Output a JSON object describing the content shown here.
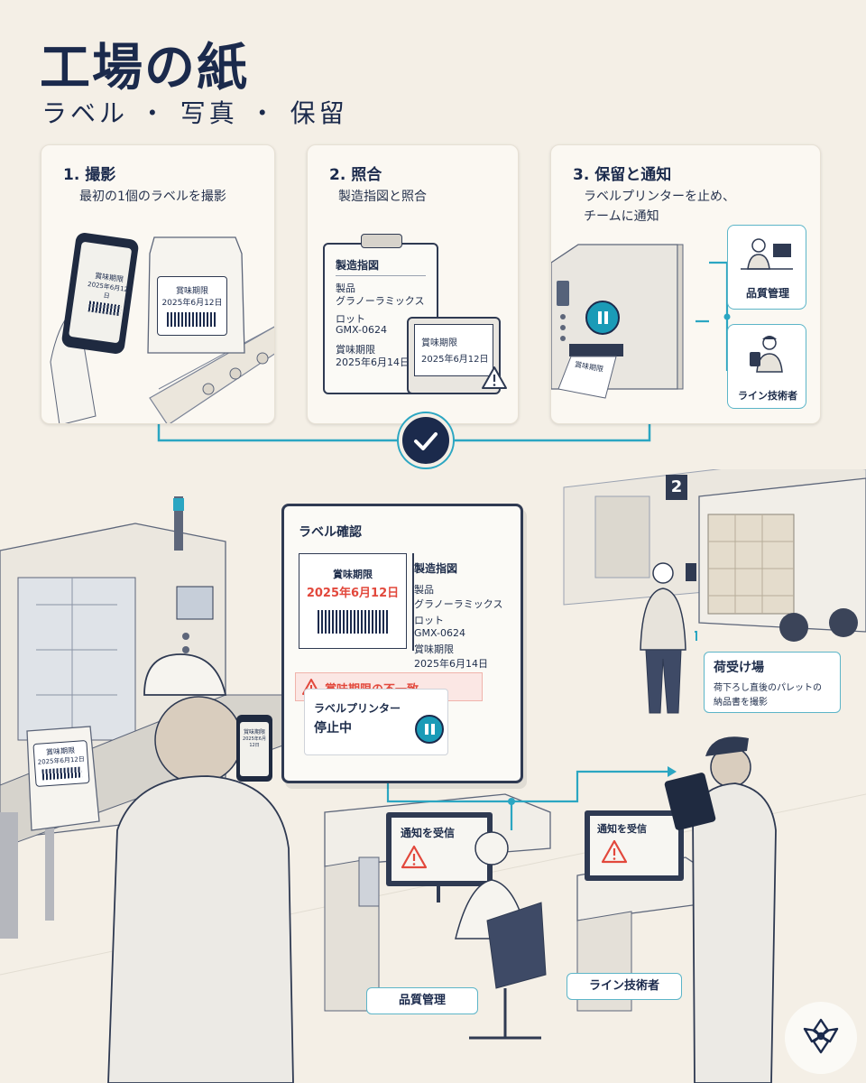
{
  "header": {
    "title": "工場の紙",
    "subtitle": "ラベル ・ 写真 ・ 保留"
  },
  "steps": [
    {
      "title": "1. 撮影",
      "desc": "最初の1個のラベルを撮影",
      "phone_label": {
        "line1": "賞味期限",
        "line2": "2025年6月12日"
      },
      "bag_label": {
        "line1": "賞味期限",
        "line2": "2025年6月12日"
      }
    },
    {
      "title": "2. 照合",
      "desc": "製造指図と照合",
      "clipboard": {
        "heading": "製造指図",
        "product_key": "製品",
        "product_val": "グラノーラミックス",
        "lot_key": "ロット",
        "lot_val": "GMX-0624",
        "best_key": "賞味期限",
        "best_val": "2025年6月14日"
      },
      "label": {
        "line1": "賞味期限",
        "line2": "2025年6月12日"
      }
    },
    {
      "title": "3. 保留と通知",
      "desc_line1": "ラベルプリンターを止め、",
      "desc_line2": "チームに通知",
      "printer_label": "賞味期限",
      "team": [
        {
          "label": "品質管理"
        },
        {
          "label": "ライン技術者"
        }
      ]
    }
  ],
  "popup": {
    "title": "ラベル確認",
    "label_line1": "賞味期限",
    "label_line2": "2025年6月12日",
    "order_heading": "製造指図",
    "product_key": "製品",
    "product_val": "グラノーラミックス",
    "lot_key": "ロット",
    "lot_val": "GMX-0624",
    "best_key": "賞味期限",
    "best_val": "2025年6月14日",
    "alert": "賞味期限の不一致",
    "printer_line1": "ラベルプリンター",
    "printer_line2": "停止中"
  },
  "receiving": {
    "dock_number": "2",
    "title": "荷受け場",
    "desc_line1": "荷下ろし直後のパレットの",
    "desc_line2": "納品書を撮影"
  },
  "scene": {
    "machine_bag_line1": "賞味期限",
    "machine_bag_line2": "2025年6月12日",
    "worker_phone_line1": "賞味期限",
    "worker_phone_line2": "2025年6月12日",
    "qa_screen": "通知を受信",
    "tech_screen": "通知を受信",
    "qa_tag": "品質管理",
    "tech_tag": "ライン技術者"
  },
  "colors": {
    "navy": "#1b2a4c",
    "teal": "#2ba6c2",
    "alert": "#e2483c",
    "background": "#f4efe6"
  }
}
